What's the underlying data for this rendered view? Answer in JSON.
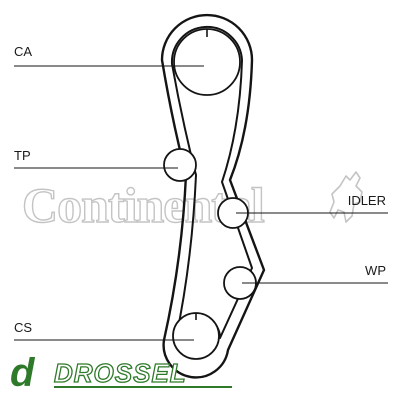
{
  "watermark": {
    "brand_text": "Continental",
    "color": "#c4c4c4"
  },
  "logo": {
    "mark": "d",
    "text": "DROSSEL",
    "color": "#2f7a2a"
  },
  "labels": {
    "ca": "CA",
    "tp": "TP",
    "idler": "IDLER",
    "wp": "WP",
    "cs": "CS"
  },
  "colors": {
    "belt": "#141414",
    "line": "#141414",
    "background": "#ffffff"
  },
  "icons": {
    "watermark_horse": "horse-rampant-icon"
  }
}
